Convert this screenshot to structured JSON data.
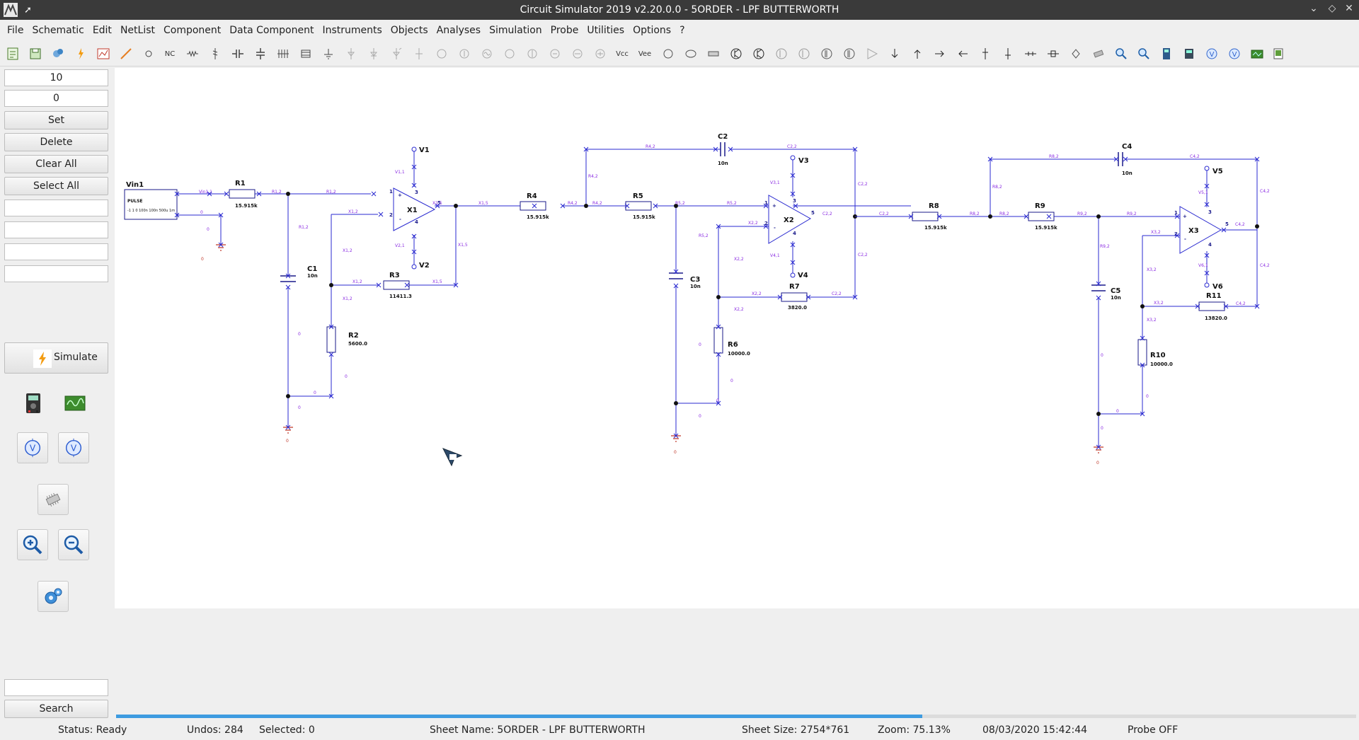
{
  "window": {
    "title": "Circuit Simulator 2019 v2.20.0.0 - 5ORDER - LPF BUTTERWORTH"
  },
  "menu": [
    "File",
    "Schematic",
    "Edit",
    "NetList",
    "Component",
    "Data Component",
    "Instruments",
    "Objects",
    "Analyses",
    "Simulation",
    "Probe",
    "Utilities",
    "Options",
    "?"
  ],
  "toolbar": {
    "nc_label": "NC",
    "vcc_label": "Vcc",
    "vee_label": "Vee"
  },
  "sidebar": {
    "field1_value": "10",
    "field2_value": "0",
    "set_label": "Set",
    "delete_label": "Delete",
    "clear_all_label": "Clear All",
    "select_all_label": "Select All",
    "field3_value": "",
    "field4_value": "",
    "field5_value": "",
    "field6_value": "",
    "simulate_label": "Simulate",
    "search_value": "",
    "search_label": "Search"
  },
  "schematic": {
    "source": {
      "name": "Vin1",
      "type": "PULSE",
      "params": "-1 1 0 100n 100n 500u 1m"
    },
    "components": [
      {
        "name": "R1",
        "value": "15.915k"
      },
      {
        "name": "C1",
        "value": "10n"
      },
      {
        "name": "R2",
        "value": "5600.0"
      },
      {
        "name": "R3",
        "value": "11411.3"
      },
      {
        "name": "X1",
        "value": ""
      },
      {
        "name": "V1",
        "value": ""
      },
      {
        "name": "V2",
        "value": ""
      },
      {
        "name": "R4",
        "value": "15.915k"
      },
      {
        "name": "R5",
        "value": "15.915k"
      },
      {
        "name": "C2",
        "value": "10n"
      },
      {
        "name": "C3",
        "value": "10n"
      },
      {
        "name": "X2",
        "value": ""
      },
      {
        "name": "V3",
        "value": ""
      },
      {
        "name": "V4",
        "value": ""
      },
      {
        "name": "R7",
        "value": "3820.0"
      },
      {
        "name": "R6",
        "value": "10000.0"
      },
      {
        "name": "R8",
        "value": "15.915k"
      },
      {
        "name": "R9",
        "value": "15.915k"
      },
      {
        "name": "C4",
        "value": "10n"
      },
      {
        "name": "C5",
        "value": "10n"
      },
      {
        "name": "X3",
        "value": ""
      },
      {
        "name": "V5",
        "value": ""
      },
      {
        "name": "V6",
        "value": ""
      },
      {
        "name": "R11",
        "value": "13820.0"
      },
      {
        "name": "R10",
        "value": "10000.0"
      }
    ],
    "nets": {
      "vin1_1": "Vin1,1",
      "zero": "0",
      "r1_2": "R1,2",
      "x1_2": "X1,2",
      "x1_5": "X1,5",
      "v1_1": "V1,1",
      "v2_1": "V2,1",
      "r4_2": "R4,2",
      "r5_2": "R5,2",
      "c2_2": "C2,2",
      "x2_2": "X2,2",
      "v3_1": "V3,1",
      "v4_1": "V4,1",
      "r8_2": "R8,2",
      "r9_2": "R9,2",
      "c4_2": "C4,2",
      "x3_2": "X3,2",
      "v5_1": "V5,1",
      "v6_1": "V6,1"
    },
    "pins": {
      "p1": "1",
      "p2": "2",
      "p3": "3",
      "p4": "4",
      "p5": "5",
      "plus": "+",
      "minus": "-"
    }
  },
  "status": {
    "status": "Status: Ready",
    "undos": "Undos: 284",
    "selected": "Selected: 0",
    "sheet_name": "Sheet Name: 5ORDER - LPF BUTTERWORTH",
    "sheet_size": "Sheet Size: 2754*761",
    "zoom": "Zoom: 75.13%",
    "datetime": "08/03/2020 15:42:44",
    "probe": "Probe OFF"
  },
  "scroll": {
    "horizontal_position_fraction": 0.65
  },
  "colors": {
    "wire": "#2a2ad0",
    "net_label": "#8a2be2",
    "ground": "#c0392b",
    "accent": "#3d9be0"
  }
}
